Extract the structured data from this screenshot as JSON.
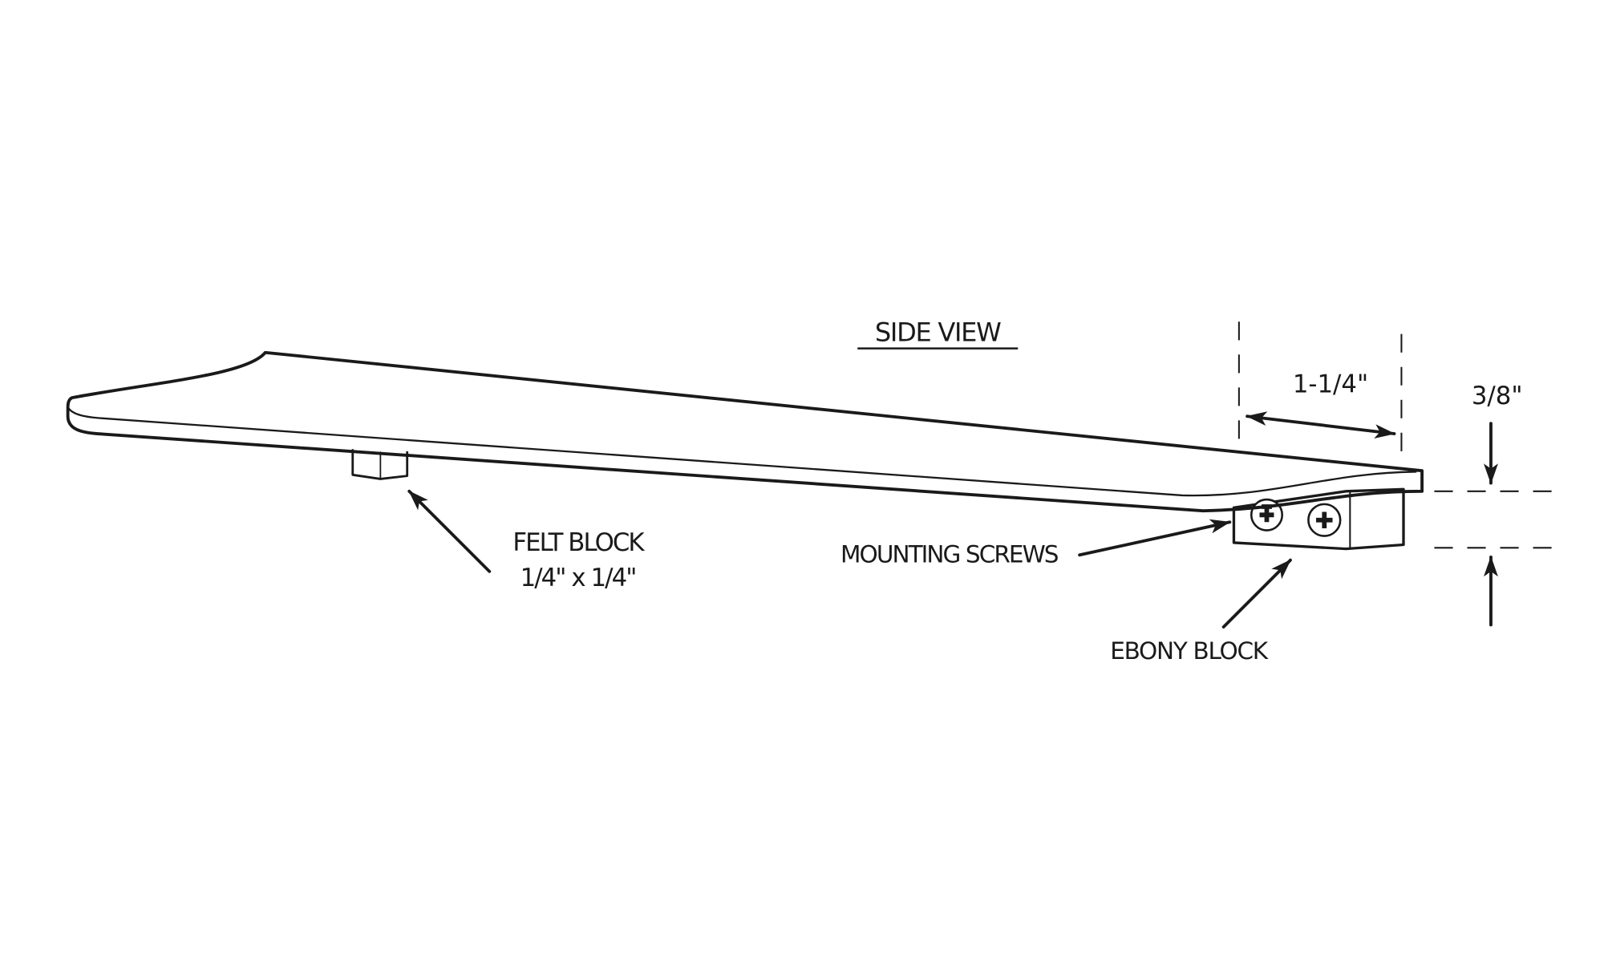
{
  "diagram": {
    "title": "SIDE VIEW",
    "colors": {
      "ink": "#1a1a1a",
      "background": "#ffffff"
    },
    "labels": {
      "felt_block": "FELT BLOCK",
      "felt_block_size": "1/4\" x 1/4\"",
      "mounting_screws": "MOUNTING SCREWS",
      "ebony_block": "EBONY BLOCK"
    },
    "dimensions": {
      "block_length": "1-1/4\"",
      "block_height": "3/8\""
    }
  }
}
